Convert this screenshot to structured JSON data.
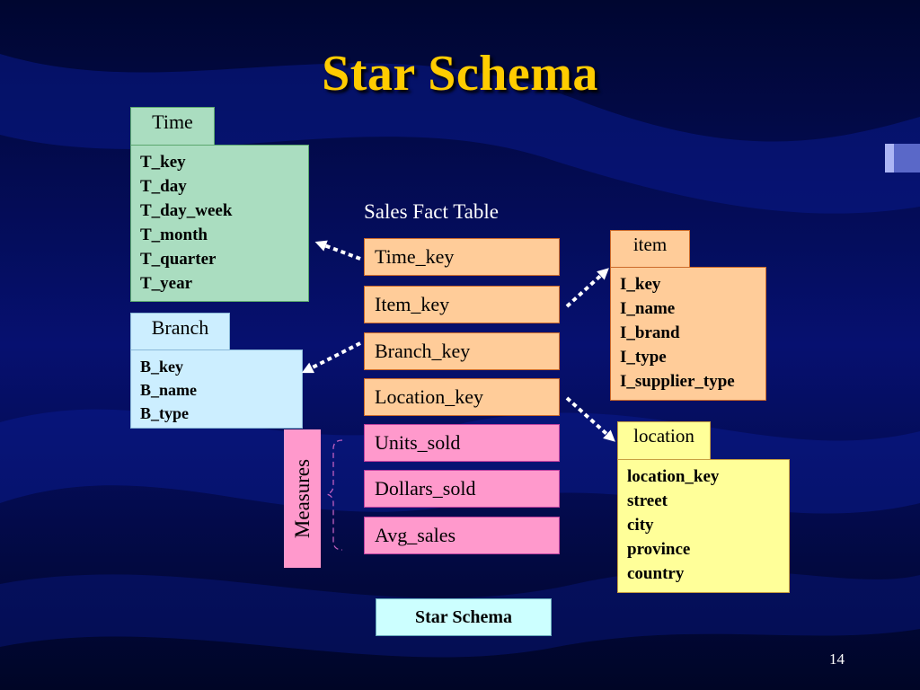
{
  "slide": {
    "title": "Star Schema",
    "page_number": "14",
    "caption": "Star Schema"
  },
  "fact_table": {
    "label": "Sales Fact Table",
    "keys": [
      "Time_key",
      "Item_key",
      "Branch_key",
      "Location_key"
    ],
    "measures": [
      "Units_sold",
      "Dollars_sold",
      "Avg_sales"
    ],
    "measures_label": "Measures"
  },
  "dimensions": {
    "time": {
      "name": "Time",
      "attributes": [
        "T_key",
        "T_day",
        "T_day_week",
        "T_month",
        "T_quarter",
        "T_year"
      ]
    },
    "branch": {
      "name": "Branch",
      "attributes": [
        "B_key",
        "B_name",
        "B_type"
      ]
    },
    "item": {
      "name": "item",
      "attributes": [
        "I_key",
        "I_name",
        "I_brand",
        "I_type",
        "I_supplier_type"
      ]
    },
    "location": {
      "name": "location",
      "attributes": [
        "location_key",
        "street",
        "city",
        "province",
        "country"
      ]
    }
  },
  "colors": {
    "background": "#050a55",
    "title": "#ffcc00",
    "time": "#aaddc0",
    "branch": "#cceeff",
    "item": "#ffcc99",
    "location": "#ffff99",
    "measures": "#ff99cc",
    "caption": "#ccffff"
  }
}
